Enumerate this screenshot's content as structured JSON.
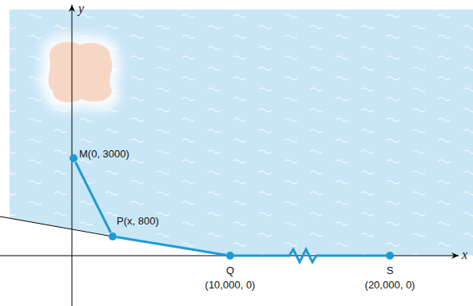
{
  "diagram": {
    "nodes": [
      {
        "text": [
          "M(0, 3000)"
        ]
      },
      {
        "text": [
          "P(x, 800)"
        ]
      },
      {
        "text": [
          "Q",
          "(10,000, 0)"
        ]
      },
      {
        "text": [
          "S",
          "(20,000, 0)"
        ]
      }
    ],
    "edges": [
      {
        "from": 0,
        "to": 1,
        "arrow": "none"
      },
      {
        "from": 1,
        "to": 2,
        "arrow": "none"
      },
      {
        "from": 2,
        "to": 3,
        "arrow": "none"
      }
    ],
    "labels": [
      "y",
      "x"
    ]
  }
}
